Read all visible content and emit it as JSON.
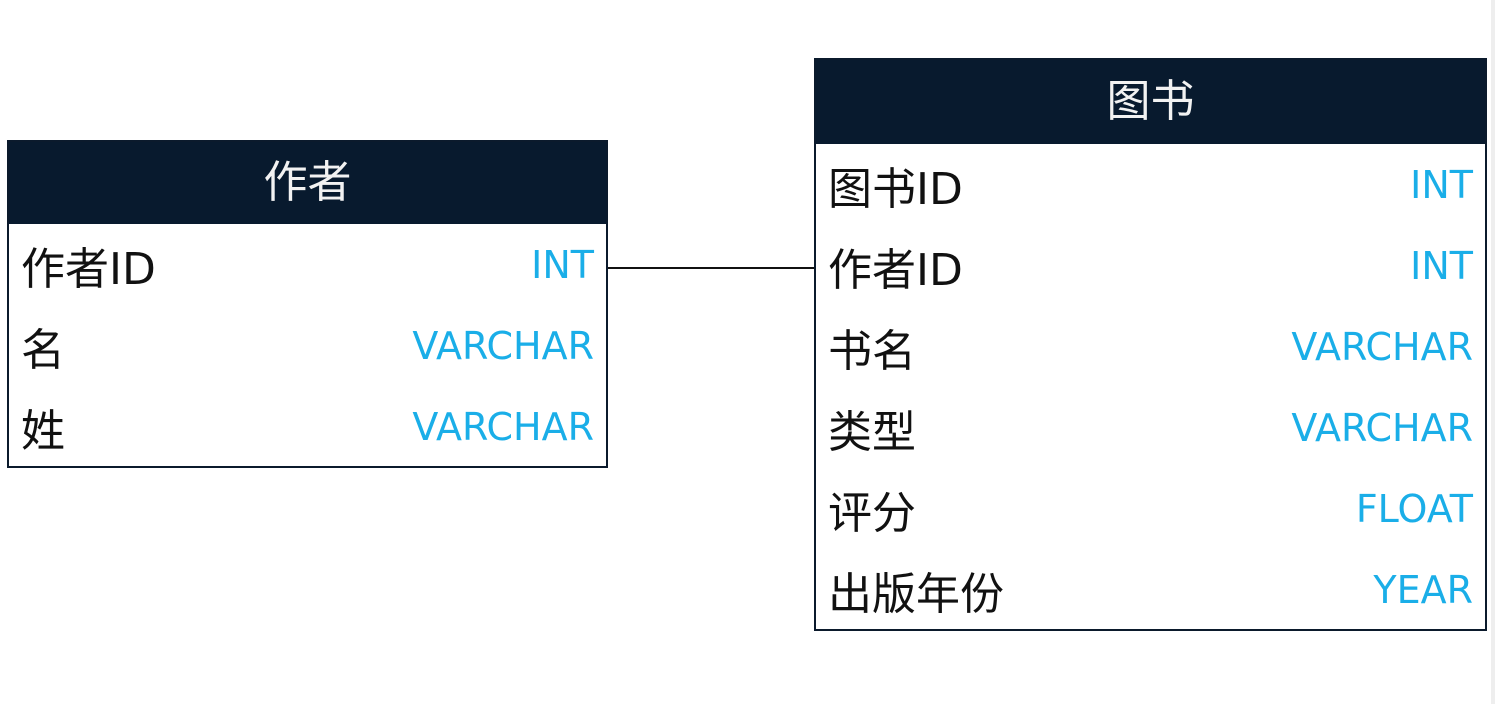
{
  "entities": {
    "authors": {
      "title": "作者",
      "fields": [
        {
          "name": "作者ID",
          "type": "INT"
        },
        {
          "name": "名",
          "type": "VARCHAR"
        },
        {
          "name": "姓",
          "type": "VARCHAR"
        }
      ]
    },
    "books": {
      "title": "图书",
      "fields": [
        {
          "name": "图书ID",
          "type": "INT"
        },
        {
          "name": "作者ID",
          "type": "INT"
        },
        {
          "name": "书名",
          "type": "VARCHAR"
        },
        {
          "name": "类型",
          "type": "VARCHAR"
        },
        {
          "name": "评分",
          "type": "FLOAT"
        },
        {
          "name": "出版年份",
          "type": "YEAR"
        }
      ]
    }
  },
  "relationship": {
    "from": "作者.作者ID",
    "to": "图书.作者ID"
  },
  "colors": {
    "header_background": "#081a2e",
    "header_text": "#f2f2f2",
    "field_type": "#1aaee8",
    "field_name": "#111111",
    "connector": "#111111"
  }
}
